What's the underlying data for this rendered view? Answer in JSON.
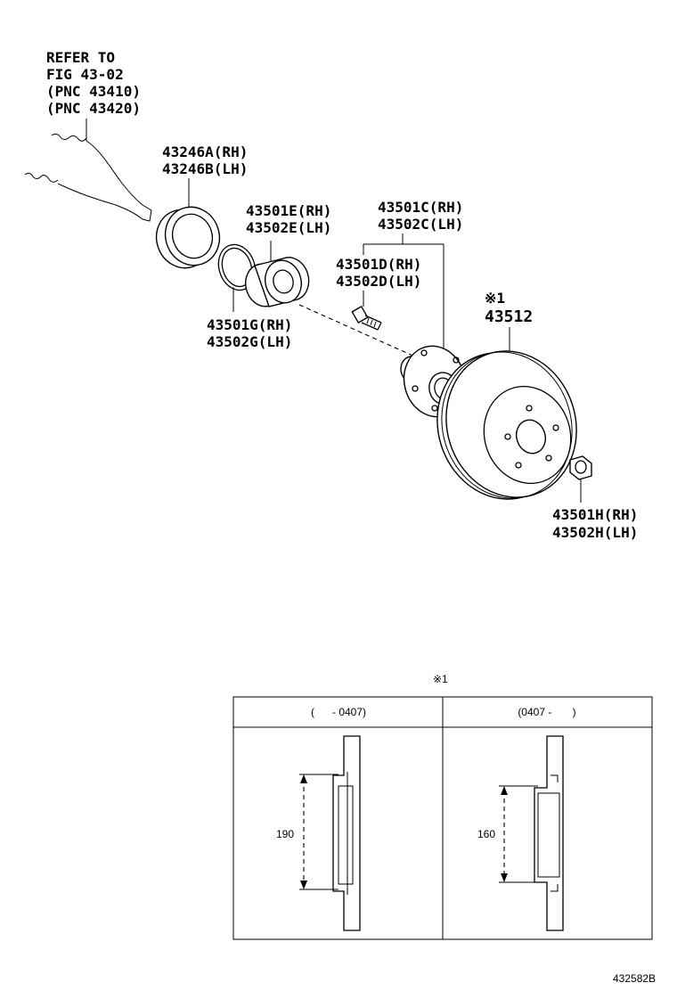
{
  "refer": {
    "line1": "REFER TO",
    "line2": "FIG 43-02",
    "line3": "(PNC 43410)",
    "line4": "(PNC 43420)"
  },
  "parts": {
    "seal_rh": "43246A(RH)",
    "seal_lh": "43246B(LH)",
    "bearing_rh": "43501E(RH)",
    "bearing_lh": "43502E(LH)",
    "hub_rh": "43501C(RH)",
    "hub_lh": "43502C(LH)",
    "bolt_rh": "43501D(RH)",
    "bolt_lh": "43502D(LH)",
    "snap_rh": "43501G(RH)",
    "snap_lh": "43502G(LH)",
    "disc_note": "※1",
    "disc": "43512",
    "nut_rh": "43501H(RH)",
    "nut_lh": "43502H(LH)"
  },
  "detail": {
    "note": "※1",
    "col1_header": "(      - 0407)",
    "col2_header": "(0407 -       )",
    "dim1": "190",
    "dim2": "160"
  },
  "figure_code": "432582B"
}
